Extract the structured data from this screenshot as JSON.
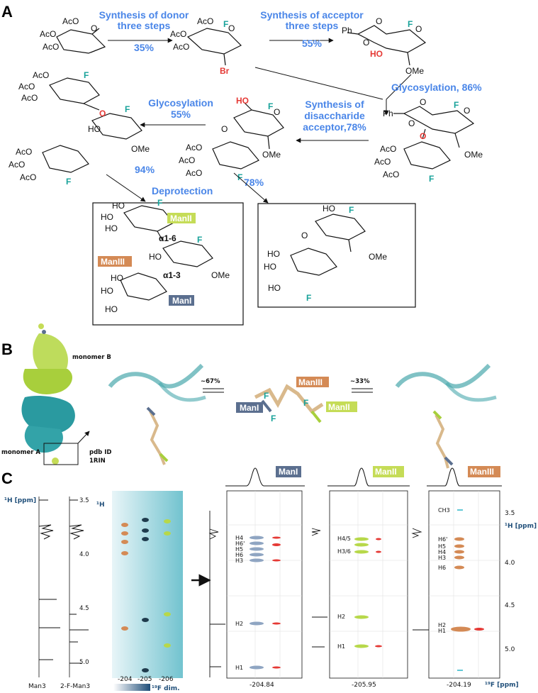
{
  "panelA": {
    "letter": "A",
    "step_donor": [
      "Synthesis of donor",
      "three steps",
      "35%"
    ],
    "step_acceptor": [
      "Synthesis of acceptor",
      "three steps",
      "55%"
    ],
    "step_glyco1": "Glycosylation, 86%",
    "step_disacc": [
      "Synthesis of",
      "disaccharide",
      "acceptor,78%"
    ],
    "step_glyco2": [
      "Glycosylation",
      "55%"
    ],
    "yield_94": "94%",
    "yield_78": "78%",
    "deprotection": "Deprotection",
    "labels": {
      "AcO": "AcO",
      "HO": "HO",
      "F": "F",
      "Br": "Br",
      "OMe": "OMe",
      "Ph": "Ph",
      "O": "O",
      "manI": "ManI",
      "manII": "ManII",
      "manIII": "ManIII",
      "link16": "α1-6",
      "link13": "α1-3"
    },
    "colors": {
      "blue": "#4a86e8",
      "fluorine": "#18a29a",
      "red": "#e53935",
      "manI": "#5b6f8f",
      "manII": "#c5dc57",
      "manIII": "#d48a55"
    }
  },
  "panelB": {
    "letter": "B",
    "monomerB": "monomer B",
    "monomerA": "monomer A",
    "pdb": [
      "pdb ID",
      "1RIN"
    ],
    "pct67": "~67%",
    "pct33": "~33%",
    "manIII": "ManIII",
    "manI": "ManI",
    "manII": "ManII",
    "F": "F"
  },
  "panelC": {
    "letter": "C",
    "ylabel": "¹H [ppm]",
    "yaxis_short": "¹H",
    "man3": "Man3",
    "f_man3": "2-F-Man3",
    "fdim": "¹⁹F dim.",
    "f_ppm": "¹⁹F [ppm]",
    "yticks": [
      "3.5",
      "4.0",
      "4.5",
      "5.0"
    ],
    "heat_xticks": [
      "-204",
      "-205",
      "-206"
    ],
    "manI_tick": "-204.84",
    "manII_tick": "-205.95",
    "manIII_tick": "-204.19",
    "manI_peaks": [
      "H4",
      "H6'",
      "H5",
      "H6",
      "H3",
      "H2",
      "H1"
    ],
    "manII_peaks": [
      "H4/5",
      "H3/6",
      "H2",
      "H1"
    ],
    "manIII_peaks": [
      "CH3",
      "H6'",
      "H5",
      "H4",
      "H3",
      "H6",
      "H2",
      "H1"
    ]
  }
}
